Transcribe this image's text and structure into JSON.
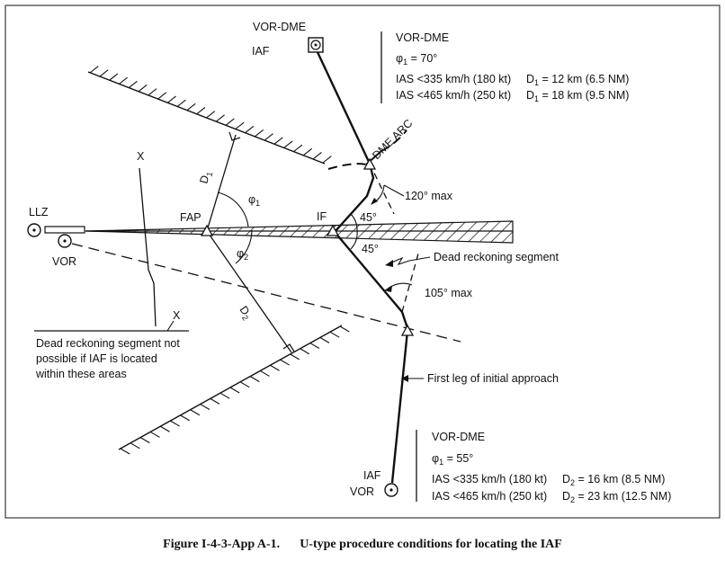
{
  "labels": {
    "top_nav_aid": "VOR-DME",
    "top_iaf": "IAF",
    "bottom_iaf": "IAF",
    "bottom_vor": "VOR",
    "llz": "LLZ",
    "vor_left": "VOR",
    "fap": "FAP",
    "if": "IF",
    "dme_arc": "DME ARC",
    "d1": "D",
    "d1_sub": "1",
    "d2": "D",
    "d2_sub": "2",
    "phi1": "φ",
    "phi1_sub": "1",
    "phi2": "φ",
    "phi2_sub": "2",
    "x_top": "X",
    "x_bottom": "X",
    "angle_45_upper": "45°",
    "angle_45_lower": "45°",
    "max_120": "120° max",
    "max_105": "105° max",
    "dead_reckoning": "Dead reckoning segment",
    "first_leg": "First leg of initial approach",
    "dead_note_1": "Dead reckoning segment not",
    "dead_note_2": "possible if IAF is located",
    "dead_note_3": "within these areas"
  },
  "info_top": {
    "title": "VOR-DME",
    "phi_symbol": "φ",
    "phi_sub": "1",
    "phi_value": " = 70°",
    "row1_ias": "IAS <335 km/h (180 kt)",
    "row1_d": "D",
    "row1_dsub": "1",
    "row1_dval": " = 12 km (6.5 NM)",
    "row2_ias": "IAS <465 km/h (250 kt)",
    "row2_d": "D",
    "row2_dsub": "1",
    "row2_dval": " = 18 km (9.5 NM)"
  },
  "info_bottom": {
    "title": "VOR-DME",
    "phi_symbol": "φ",
    "phi_sub": "1",
    "phi_value": " = 55°",
    "row1_ias": "IAS <335 km/h (180 kt)",
    "row1_d": "D",
    "row1_dsub": "2",
    "row1_dval": " = 16 km (8.5 NM)",
    "row2_ias": "IAS <465 km/h (250 kt)",
    "row2_d": "D",
    "row2_dsub": "2",
    "row2_dval": " = 23 km (12.5 NM)"
  },
  "caption": {
    "number": "Figure I-4-3-App A-1.",
    "title": "U-type procedure conditions for locating the IAF"
  }
}
